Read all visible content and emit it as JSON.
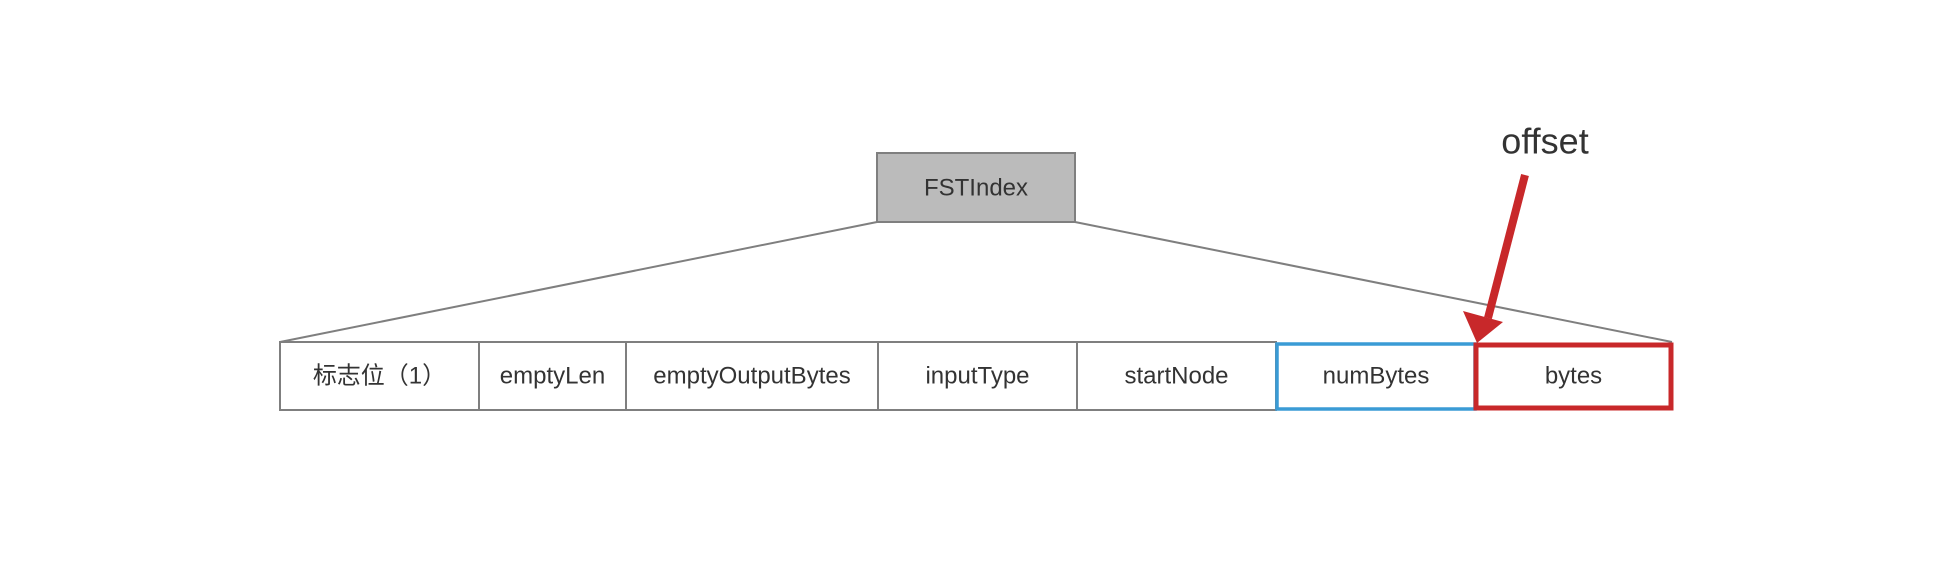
{
  "root": {
    "label": "FSTIndex"
  },
  "fields": [
    {
      "label": "标志位（1）"
    },
    {
      "label": "emptyLen"
    },
    {
      "label": "emptyOutputBytes"
    },
    {
      "label": "inputType"
    },
    {
      "label": "startNode"
    },
    {
      "label": "numBytes",
      "highlight": "#3a9bd5"
    },
    {
      "label": "bytes",
      "highlight": "#c8282a"
    }
  ],
  "annotation": {
    "label": "offset",
    "color": "#c8282a"
  },
  "colors": {
    "root_fill": "#bbbbbb",
    "border": "#7f7f7f",
    "text": "#333333"
  }
}
